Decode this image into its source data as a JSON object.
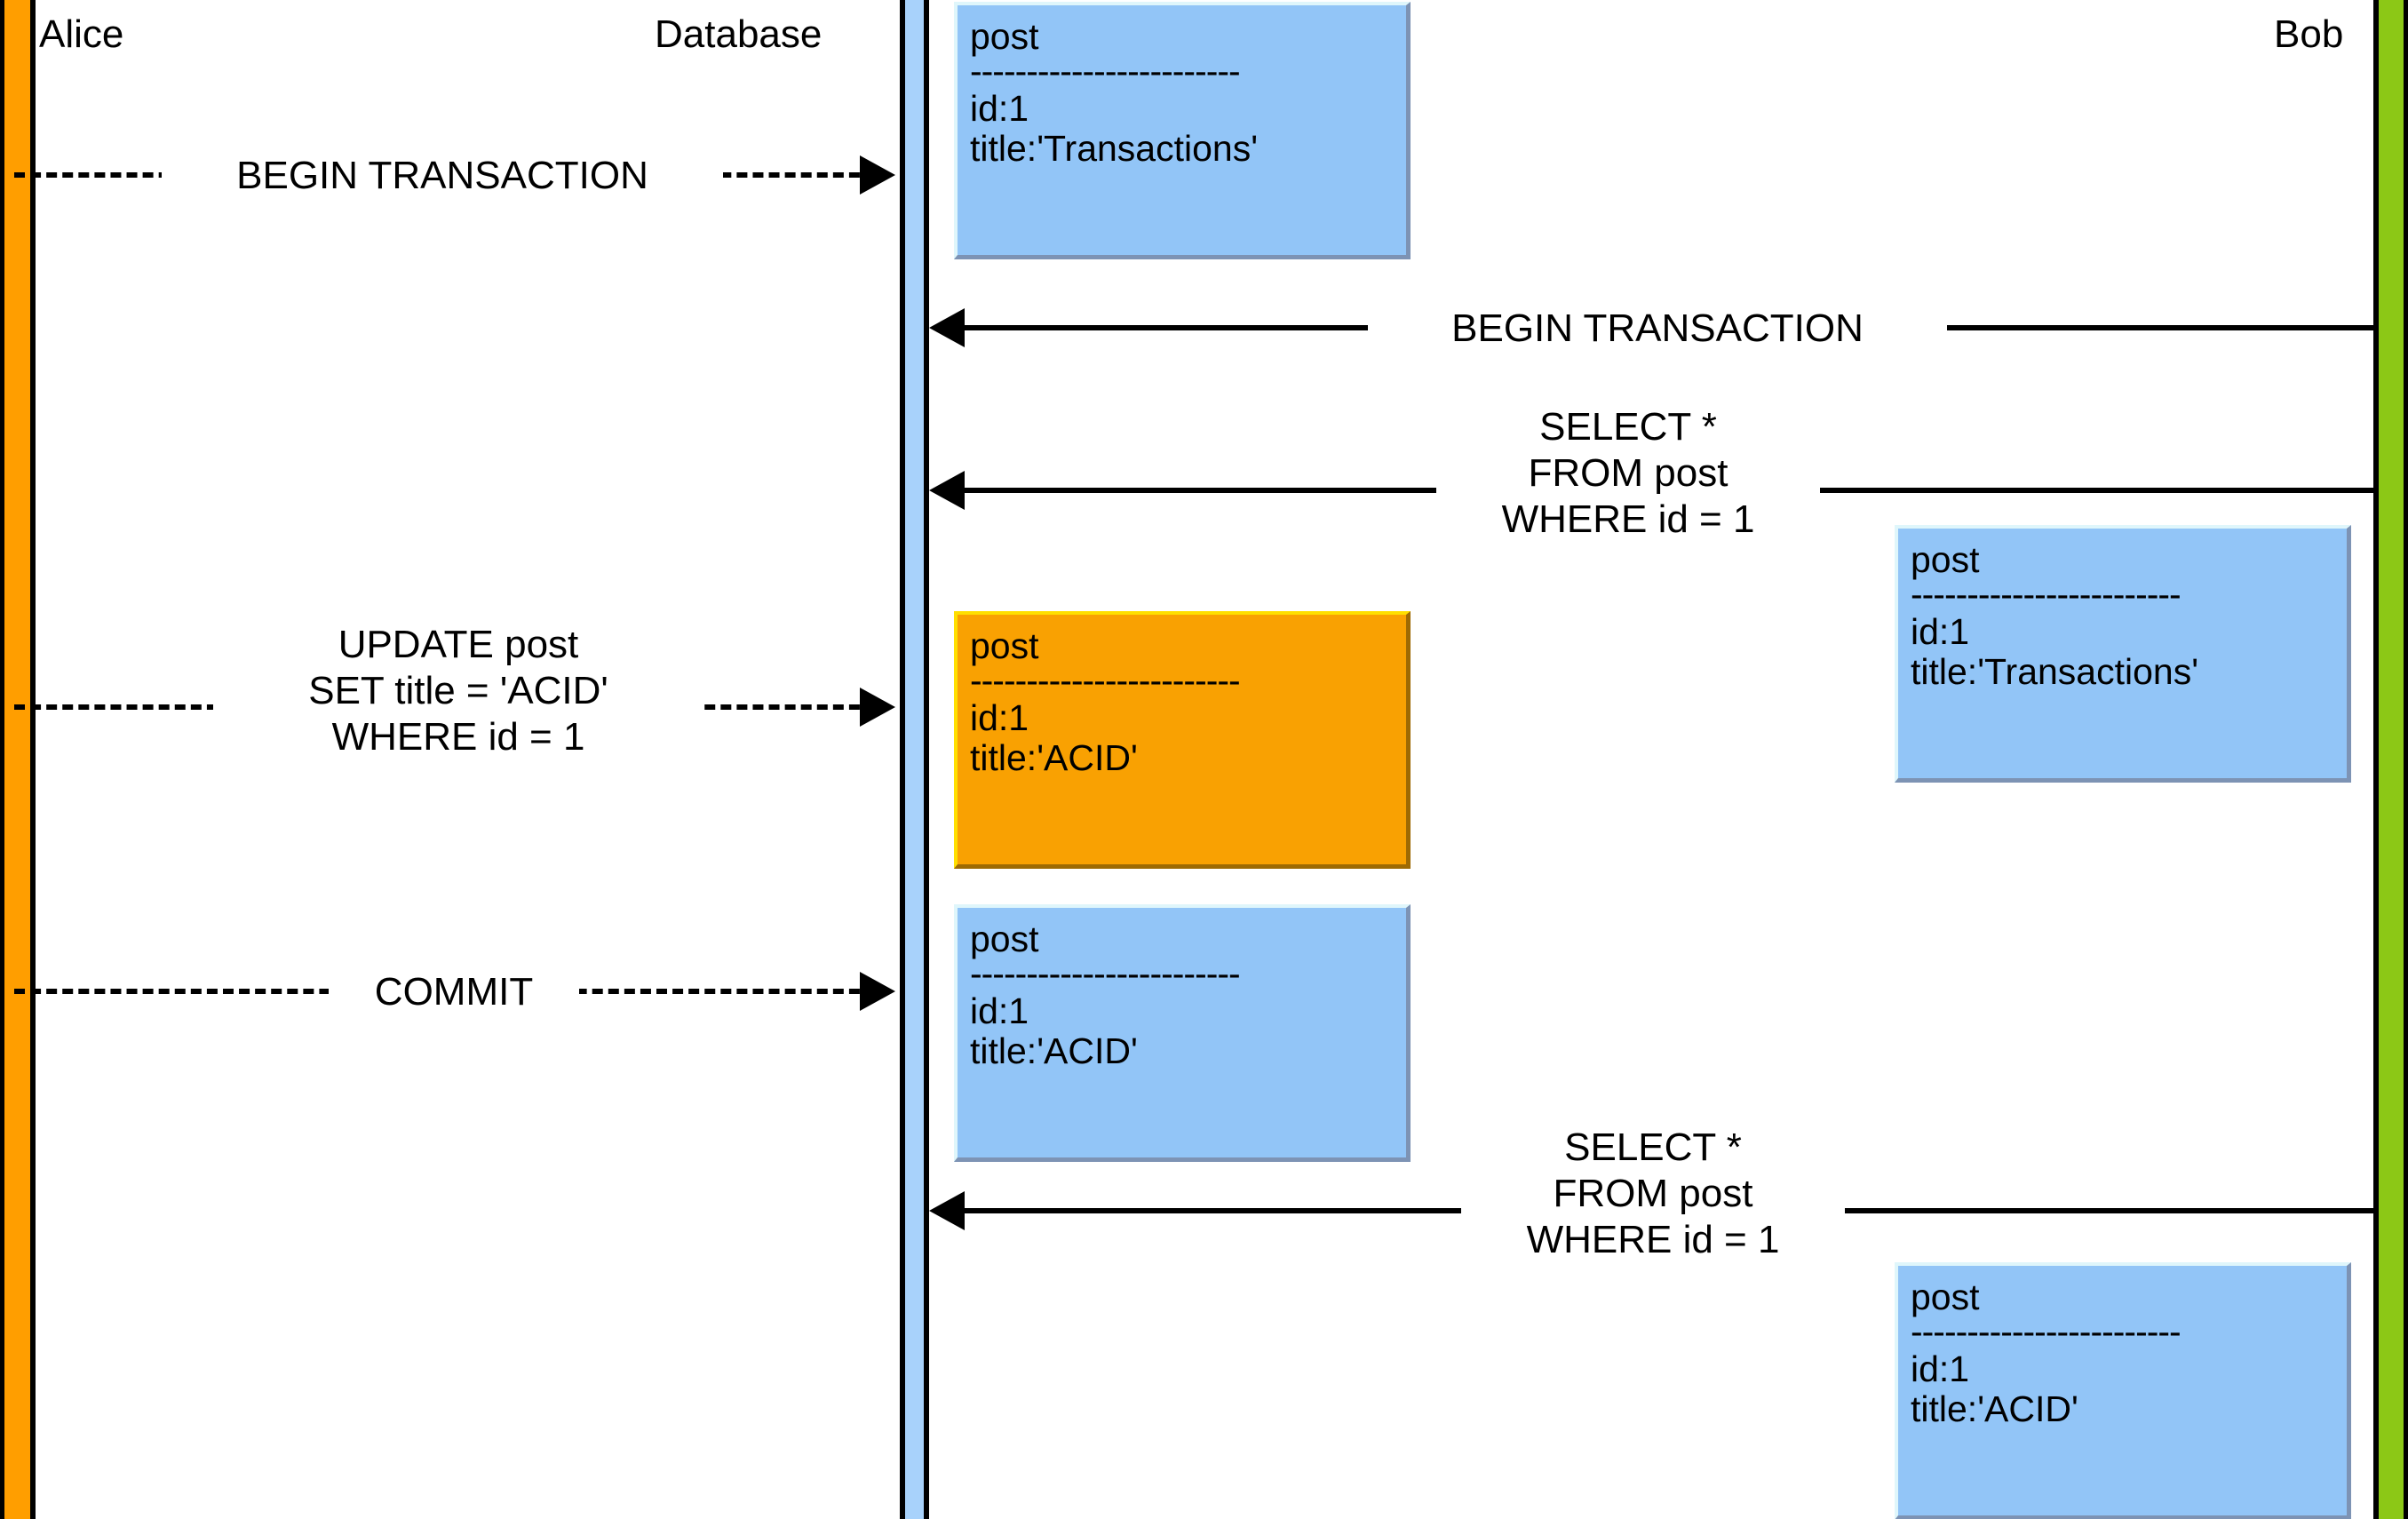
{
  "diagram": {
    "type": "sequence-diagram",
    "title": "Database transaction sequence (Alice / Database / Bob)",
    "background": "#FFFFFF"
  },
  "participants": [
    {
      "id": "alice",
      "label": "Alice",
      "color": "#FF9E00"
    },
    {
      "id": "database",
      "label": "Database",
      "color": "#A8D2FB"
    },
    {
      "id": "bob",
      "label": "Bob",
      "color": "#8CC816"
    }
  ],
  "messages": [
    {
      "id": "m1",
      "from": "alice",
      "to": "database",
      "direction": "right",
      "style": "dashed",
      "lines": [
        "BEGIN TRANSACTION"
      ]
    },
    {
      "id": "m2",
      "from": "bob",
      "to": "database",
      "direction": "left",
      "style": "solid",
      "lines": [
        "BEGIN TRANSACTION"
      ]
    },
    {
      "id": "m3",
      "from": "bob",
      "to": "database",
      "direction": "left",
      "style": "solid",
      "lines": [
        "SELECT *",
        "FROM post",
        "WHERE id = 1"
      ]
    },
    {
      "id": "m4",
      "from": "alice",
      "to": "database",
      "direction": "right",
      "style": "dashed",
      "lines": [
        "UPDATE post",
        "SET title = 'ACID'",
        "WHERE id = 1"
      ]
    },
    {
      "id": "m5",
      "from": "alice",
      "to": "database",
      "direction": "right",
      "style": "dashed",
      "lines": [
        "COMMIT"
      ]
    },
    {
      "id": "m6",
      "from": "bob",
      "to": "database",
      "direction": "left",
      "style": "solid",
      "lines": [
        "SELECT *",
        "FROM post",
        "WHERE id = 1"
      ]
    }
  ],
  "notes": [
    {
      "id": "n1",
      "color": "blue",
      "color_hex": "#92C5F7",
      "title": "post",
      "separator": "------------------------",
      "fields": [
        "id:1",
        "title:'Transactions'"
      ]
    },
    {
      "id": "n2",
      "color": "blue",
      "color_hex": "#92C5F7",
      "title": "post",
      "separator": "------------------------",
      "fields": [
        "id:1",
        "title:'Transactions'"
      ]
    },
    {
      "id": "n3",
      "color": "orange",
      "color_hex": "#F9A102",
      "title": "post",
      "separator": "------------------------",
      "fields": [
        "id:1",
        "title:'ACID'"
      ]
    },
    {
      "id": "n4",
      "color": "blue",
      "color_hex": "#92C5F7",
      "title": "post",
      "separator": "------------------------",
      "fields": [
        "id:1",
        "title:'ACID'"
      ]
    },
    {
      "id": "n5",
      "color": "blue",
      "color_hex": "#92C5F7",
      "title": "post",
      "separator": "------------------------",
      "fields": [
        "id:1",
        "title:'ACID'"
      ]
    }
  ]
}
